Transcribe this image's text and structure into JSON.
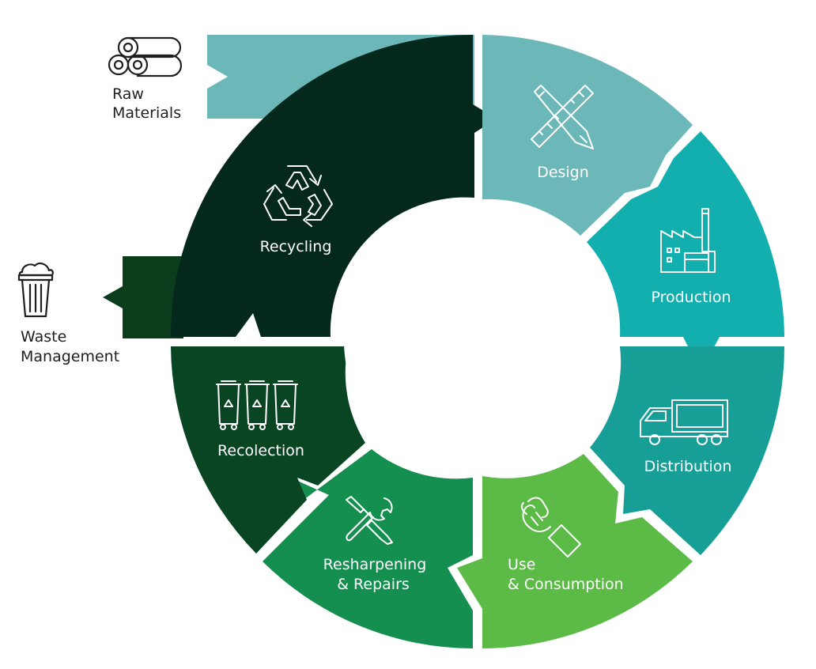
{
  "colors": {
    "raw_materials_band": "#6cb8b9",
    "waste_band": "#0b3d1d",
    "recycling": "#04281b",
    "design": "#6cb8b9",
    "production": "#13aeae",
    "distribution": "#179f97",
    "use": "#5cba47",
    "resharpening": "#148f4f",
    "recolection": "#094522"
  },
  "inputs": [
    {
      "name": "raw-materials",
      "label_lines": [
        "Raw",
        "Materials"
      ],
      "icon": "pipes-icon"
    },
    {
      "name": "waste-management",
      "label_lines": [
        "Waste",
        "Management"
      ],
      "icon": "trash-can-icon"
    }
  ],
  "segments": [
    {
      "name": "recycling",
      "label_lines": [
        "Recycling"
      ],
      "icon": "recycle-icon"
    },
    {
      "name": "design",
      "label_lines": [
        "Design"
      ],
      "icon": "ruler-pencil-icon"
    },
    {
      "name": "production",
      "label_lines": [
        "Production"
      ],
      "icon": "factory-icon"
    },
    {
      "name": "distribution",
      "label_lines": [
        "Distribution"
      ],
      "icon": "truck-icon"
    },
    {
      "name": "use",
      "label_lines": [
        "Use",
        "& Consumption"
      ],
      "icon": "hand-tool-icon"
    },
    {
      "name": "resharpening",
      "label_lines": [
        "Resharpening",
        "& Repairs"
      ],
      "icon": "wrench-screwdriver-icon"
    },
    {
      "name": "recolection",
      "label_lines": [
        "Recolection"
      ],
      "icon": "recycle-bins-icon"
    }
  ]
}
